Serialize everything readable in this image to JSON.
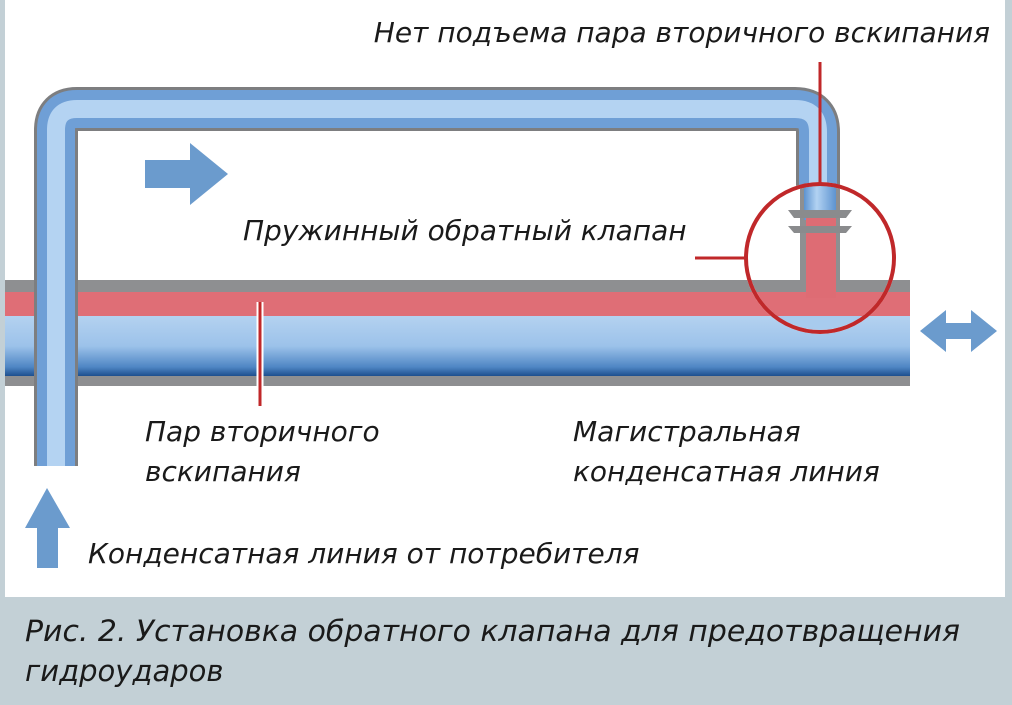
{
  "labels": {
    "no_rise": "Нет подъема пара вторичного вскипания",
    "check_valve": "Пружинный обратный клапан",
    "flash_steam_1": "Пар вторичного",
    "flash_steam_2": "вскипания",
    "main_line_1": "Магистральная",
    "main_line_2": "конденсатная линия",
    "consumer_line": "Конденсатная линия от потребителя"
  },
  "caption": {
    "line1": "Рис. 2. Установка обратного клапана для предотвращения",
    "line2": "гидроударов"
  },
  "colors": {
    "pipe_blue": "#8db8e6",
    "steam_red": "#e06a72",
    "arrow": "#6b9bcd",
    "callout": "#c0282a",
    "frame": "#c3d0d6"
  }
}
